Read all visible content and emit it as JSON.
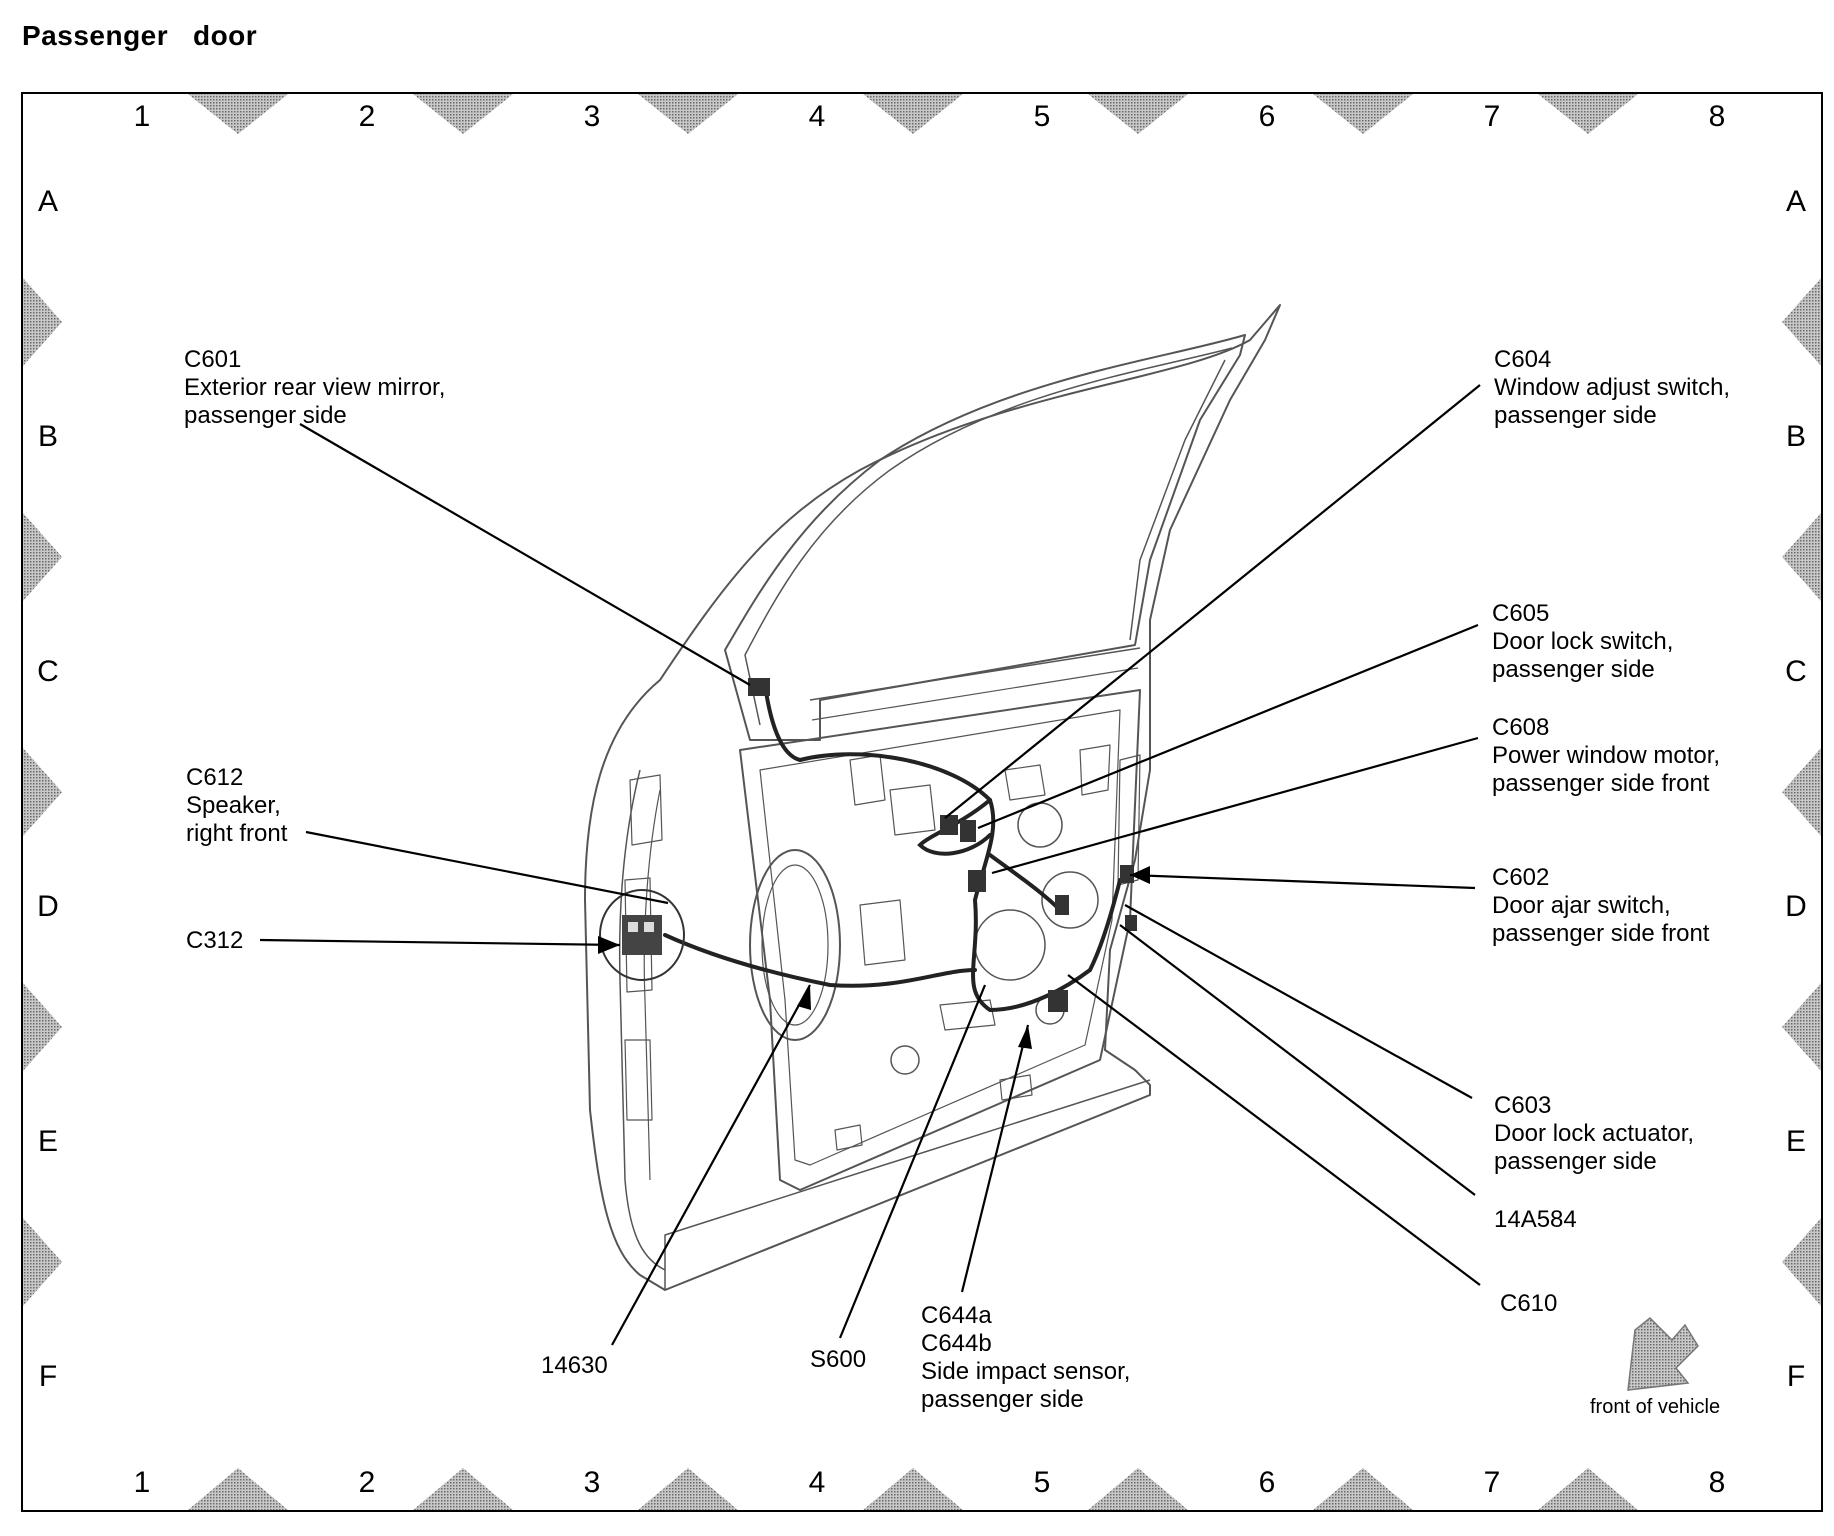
{
  "title": "Passenger   door",
  "grid": {
    "columns": [
      "1",
      "2",
      "3",
      "4",
      "5",
      "6",
      "7",
      "8"
    ],
    "rows": [
      "A",
      "B",
      "C",
      "D",
      "E",
      "F"
    ]
  },
  "labels": {
    "c601": [
      "C601",
      "Exterior rear view mirror,",
      "passenger side"
    ],
    "c604": [
      "C604",
      "Window adjust switch,",
      "passenger side"
    ],
    "c605": [
      "C605",
      "Door lock switch,",
      "passenger side"
    ],
    "c608": [
      "C608",
      "Power window motor,",
      "passenger side front"
    ],
    "c612": [
      "C612",
      "Speaker,",
      "right front"
    ],
    "c312": [
      "C312"
    ],
    "c602": [
      "C602",
      "Door ajar switch,",
      "passenger side front"
    ],
    "c603": [
      "C603",
      "Door lock actuator,",
      "passenger side"
    ],
    "l14a584": [
      "14A584"
    ],
    "c610": [
      "C610"
    ],
    "l14630": [
      "14630"
    ],
    "s600": [
      "S600"
    ],
    "c644": [
      "C644a",
      "C644b",
      "Side impact sensor,",
      "passenger side"
    ]
  },
  "front_of_vehicle": "front of vehicle",
  "colors": {
    "line": "#000000",
    "marker": "#9a9a9a",
    "door": "#555555"
  }
}
